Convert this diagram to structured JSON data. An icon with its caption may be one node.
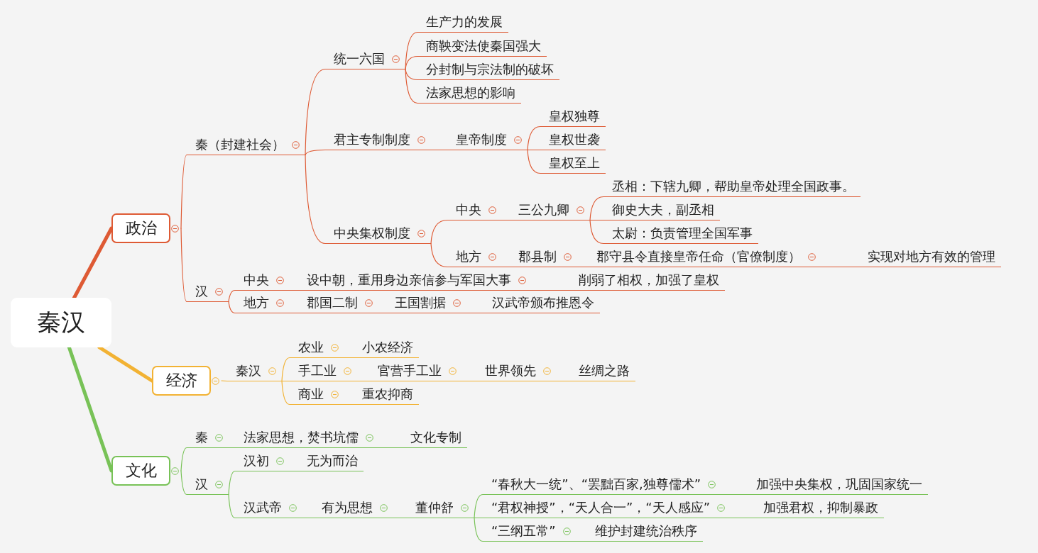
{
  "diagram": {
    "nodes": [
      {
        "text": [
          "秦汉"
        ]
      },
      {
        "text": [
          "政治"
        ]
      },
      {
        "text": [
          "经济"
        ]
      },
      {
        "text": [
          "文化"
        ]
      },
      {
        "text": [
          "秦（封建社会）"
        ]
      },
      {
        "text": [
          "汉"
        ]
      },
      {
        "text": [
          "统一六国"
        ]
      },
      {
        "text": [
          "君主专制制度"
        ]
      },
      {
        "text": [
          "中央集权制度"
        ]
      },
      {
        "text": [
          "生产力的发展"
        ]
      },
      {
        "text": [
          "商鞅变法使秦国强大"
        ]
      },
      {
        "text": [
          "分封制与宗法制的破坏"
        ]
      },
      {
        "text": [
          "法家思想的影响"
        ]
      },
      {
        "text": [
          "皇帝制度"
        ]
      },
      {
        "text": [
          "皇权独尊"
        ]
      },
      {
        "text": [
          "皇权世袭"
        ]
      },
      {
        "text": [
          "皇权至上"
        ]
      },
      {
        "text": [
          "中央"
        ]
      },
      {
        "text": [
          "地方"
        ]
      },
      {
        "text": [
          "三公九卿"
        ]
      },
      {
        "text": [
          "丞相：下辖九卿，帮助皇帝处理全国政事。"
        ]
      },
      {
        "text": [
          "御史大夫，副丞相"
        ]
      },
      {
        "text": [
          "太尉：负责管理全国军事"
        ]
      },
      {
        "text": [
          "郡县制"
        ]
      },
      {
        "text": [
          "郡守县令直接皇帝任命（官僚制度）"
        ]
      },
      {
        "text": [
          "实现对地方有效的管理"
        ]
      },
      {
        "text": [
          "中央"
        ]
      },
      {
        "text": [
          "地方"
        ]
      },
      {
        "text": [
          "设中朝，重用身边亲信参与军国大事"
        ]
      },
      {
        "text": [
          "削弱了相权，加强了皇权"
        ]
      },
      {
        "text": [
          "郡国二制"
        ]
      },
      {
        "text": [
          "王国割据"
        ]
      },
      {
        "text": [
          "汉武帝颁布推恩令"
        ]
      },
      {
        "text": [
          "秦汉"
        ]
      },
      {
        "text": [
          "农业"
        ]
      },
      {
        "text": [
          "手工业"
        ]
      },
      {
        "text": [
          "商业"
        ]
      },
      {
        "text": [
          "小农经济"
        ]
      },
      {
        "text": [
          "官营手工业"
        ]
      },
      {
        "text": [
          "世界领先"
        ]
      },
      {
        "text": [
          "丝绸之路"
        ]
      },
      {
        "text": [
          "重农抑商"
        ]
      },
      {
        "text": [
          "秦"
        ]
      },
      {
        "text": [
          "汉"
        ]
      },
      {
        "text": [
          "法家思想，焚书坑儒"
        ]
      },
      {
        "text": [
          "文化专制"
        ]
      },
      {
        "text": [
          "汉初"
        ]
      },
      {
        "text": [
          "无为而治"
        ]
      },
      {
        "text": [
          "汉武帝"
        ]
      },
      {
        "text": [
          "有为思想"
        ]
      },
      {
        "text": [
          "董仲舒"
        ]
      },
      {
        "text": [
          "“春秋大一统”、“罢黜百家,独尊儒术”"
        ]
      },
      {
        "text": [
          "加强中央集权，巩固国家统一"
        ]
      },
      {
        "text": [
          "“君权神授”，“天人合一”，“天人感应”"
        ]
      },
      {
        "text": [
          "加强君权，抑制暴政"
        ]
      },
      {
        "text": [
          "“三纲五常”"
        ]
      },
      {
        "text": [
          "维护封建统治秩序"
        ]
      }
    ],
    "edges": [
      {
        "from": 0,
        "to": 1,
        "arrow": "none",
        "style": "thick"
      },
      {
        "from": 0,
        "to": 2,
        "arrow": "none",
        "style": "thick",
        "color": "#f2b233"
      },
      {
        "from": 0,
        "to": 3,
        "arrow": "none",
        "style": "thick",
        "color": "#78c257"
      },
      {
        "from": 1,
        "to": 4,
        "arrow": "none"
      },
      {
        "from": 1,
        "to": 5,
        "arrow": "none"
      },
      {
        "from": 4,
        "to": 6,
        "arrow": "none"
      },
      {
        "from": 4,
        "to": 7,
        "arrow": "none"
      },
      {
        "from": 4,
        "to": 8,
        "arrow": "none"
      },
      {
        "from": 6,
        "to": 9,
        "arrow": "none"
      },
      {
        "from": 6,
        "to": 10,
        "arrow": "none"
      },
      {
        "from": 6,
        "to": 11,
        "arrow": "none"
      },
      {
        "from": 6,
        "to": 12,
        "arrow": "none"
      },
      {
        "from": 7,
        "to": 13,
        "arrow": "none"
      },
      {
        "from": 13,
        "to": 14,
        "arrow": "none"
      },
      {
        "from": 13,
        "to": 15,
        "arrow": "none"
      },
      {
        "from": 13,
        "to": 16,
        "arrow": "none"
      },
      {
        "from": 8,
        "to": 17,
        "arrow": "none"
      },
      {
        "from": 8,
        "to": 18,
        "arrow": "none"
      },
      {
        "from": 17,
        "to": 19,
        "arrow": "none"
      },
      {
        "from": 19,
        "to": 20,
        "arrow": "none"
      },
      {
        "from": 19,
        "to": 21,
        "arrow": "none"
      },
      {
        "from": 19,
        "to": 22,
        "arrow": "none"
      },
      {
        "from": 18,
        "to": 23,
        "arrow": "none"
      },
      {
        "from": 23,
        "to": 24,
        "arrow": "none"
      },
      {
        "from": 24,
        "to": 25,
        "arrow": "none"
      },
      {
        "from": 5,
        "to": 26,
        "arrow": "none"
      },
      {
        "from": 5,
        "to": 27,
        "arrow": "none"
      },
      {
        "from": 26,
        "to": 28,
        "arrow": "none"
      },
      {
        "from": 28,
        "to": 29,
        "arrow": "none"
      },
      {
        "from": 27,
        "to": 30,
        "arrow": "none"
      },
      {
        "from": 30,
        "to": 31,
        "arrow": "none"
      },
      {
        "from": 31,
        "to": 32,
        "arrow": "none"
      },
      {
        "from": 2,
        "to": 33,
        "arrow": "none",
        "color": "#f2b233"
      },
      {
        "from": 33,
        "to": 34,
        "arrow": "none",
        "color": "#f2b233"
      },
      {
        "from": 33,
        "to": 35,
        "arrow": "none",
        "color": "#f2b233"
      },
      {
        "from": 33,
        "to": 36,
        "arrow": "none",
        "color": "#f2b233"
      },
      {
        "from": 34,
        "to": 37,
        "arrow": "none",
        "color": "#f2b233"
      },
      {
        "from": 35,
        "to": 38,
        "arrow": "none",
        "color": "#f2b233"
      },
      {
        "from": 38,
        "to": 39,
        "arrow": "none",
        "color": "#f2b233"
      },
      {
        "from": 39,
        "to": 40,
        "arrow": "none",
        "color": "#f2b233"
      },
      {
        "from": 36,
        "to": 41,
        "arrow": "none",
        "color": "#f2b233"
      },
      {
        "from": 3,
        "to": 42,
        "arrow": "none",
        "color": "#78c257"
      },
      {
        "from": 3,
        "to": 43,
        "arrow": "none",
        "color": "#78c257"
      },
      {
        "from": 42,
        "to": 44,
        "arrow": "none",
        "color": "#78c257"
      },
      {
        "from": 44,
        "to": 45,
        "arrow": "none",
        "color": "#78c257"
      },
      {
        "from": 43,
        "to": 46,
        "arrow": "none",
        "color": "#78c257"
      },
      {
        "from": 46,
        "to": 47,
        "arrow": "none",
        "color": "#78c257"
      },
      {
        "from": 43,
        "to": 48,
        "arrow": "none",
        "color": "#78c257"
      },
      {
        "from": 48,
        "to": 49,
        "arrow": "none",
        "color": "#78c257"
      },
      {
        "from": 49,
        "to": 50,
        "arrow": "none",
        "color": "#78c257"
      },
      {
        "from": 50,
        "to": 51,
        "arrow": "none",
        "color": "#78c257"
      },
      {
        "from": 51,
        "to": 52,
        "arrow": "none",
        "color": "#78c257"
      },
      {
        "from": 50,
        "to": 53,
        "arrow": "none",
        "color": "#78c257"
      },
      {
        "from": 53,
        "to": 54,
        "arrow": "none",
        "color": "#78c257"
      },
      {
        "from": 50,
        "to": 55,
        "arrow": "none",
        "color": "#78c257"
      },
      {
        "from": 55,
        "to": 56,
        "arrow": "none",
        "color": "#78c257"
      }
    ]
  }
}
